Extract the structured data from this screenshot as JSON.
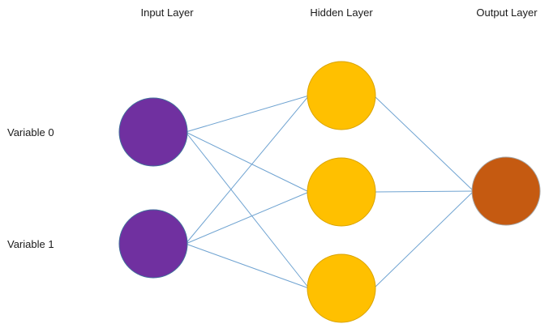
{
  "layers": {
    "input": "Input Layer",
    "hidden": "Hidden Layer",
    "output": "Output Layer"
  },
  "variables": [
    "Variable 0",
    "Variable 1"
  ],
  "colors": {
    "input_fill": "#7030A0",
    "input_stroke": "#41719C",
    "hidden_fill": "#FFC000",
    "hidden_stroke": "#D9A300",
    "output_fill": "#C55A11",
    "output_stroke": "#A6A6A6",
    "edge": "#6FA3D1"
  }
}
